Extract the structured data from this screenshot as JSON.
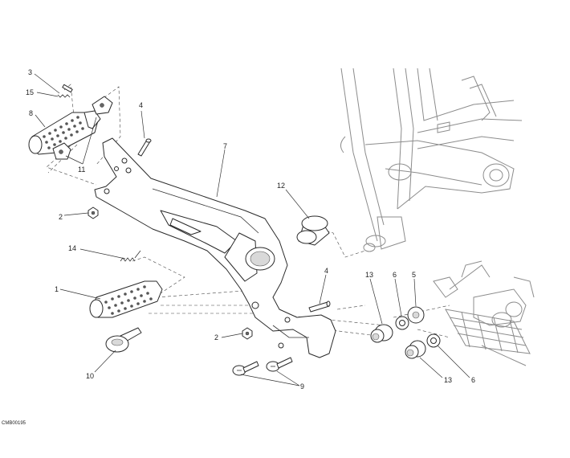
{
  "callouts": {
    "c3": "3",
    "c15": "15",
    "c8": "8",
    "c11": "11",
    "c4a": "4",
    "c7": "7",
    "c12": "12",
    "c2a": "2",
    "c14": "14",
    "c1": "1",
    "c10": "10",
    "c4b": "4",
    "c2b": "2",
    "c9": "9",
    "c13a": "13",
    "c6a": "6",
    "c5": "5",
    "c13b": "13",
    "c6b": "6"
  },
  "drawing_code": "CMB00195"
}
